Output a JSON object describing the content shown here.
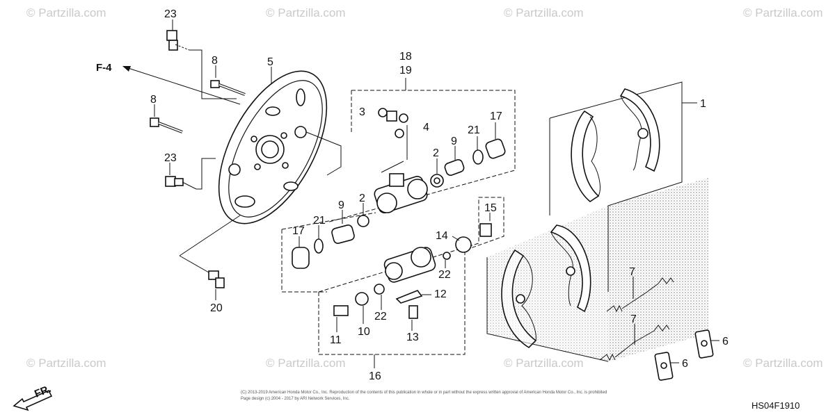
{
  "watermark": "© Partzilla.com",
  "reference_label": "F-4",
  "front_label": "FR.",
  "diagram_code": "HS04F1910",
  "copyright_line_1": "(C) 2013-2019 American Honda Motor Co., Inc. Reproduction of the contents of this publication in whole or in part without the express written approval of American Honda Motor Co., Inc. is prohibited",
  "copyright_line_2": "Page design (c) 2004 - 2017 by ARI Network Services, Inc.",
  "callouts": [
    "23",
    "8",
    "5",
    "8",
    "23",
    "20",
    "18",
    "19",
    "3",
    "4",
    "17",
    "21",
    "9",
    "2",
    "21",
    "17",
    "9",
    "2",
    "15",
    "14",
    "22",
    "12",
    "22",
    "11",
    "10",
    "13",
    "16",
    "1",
    "7",
    "7",
    "6",
    "6"
  ]
}
